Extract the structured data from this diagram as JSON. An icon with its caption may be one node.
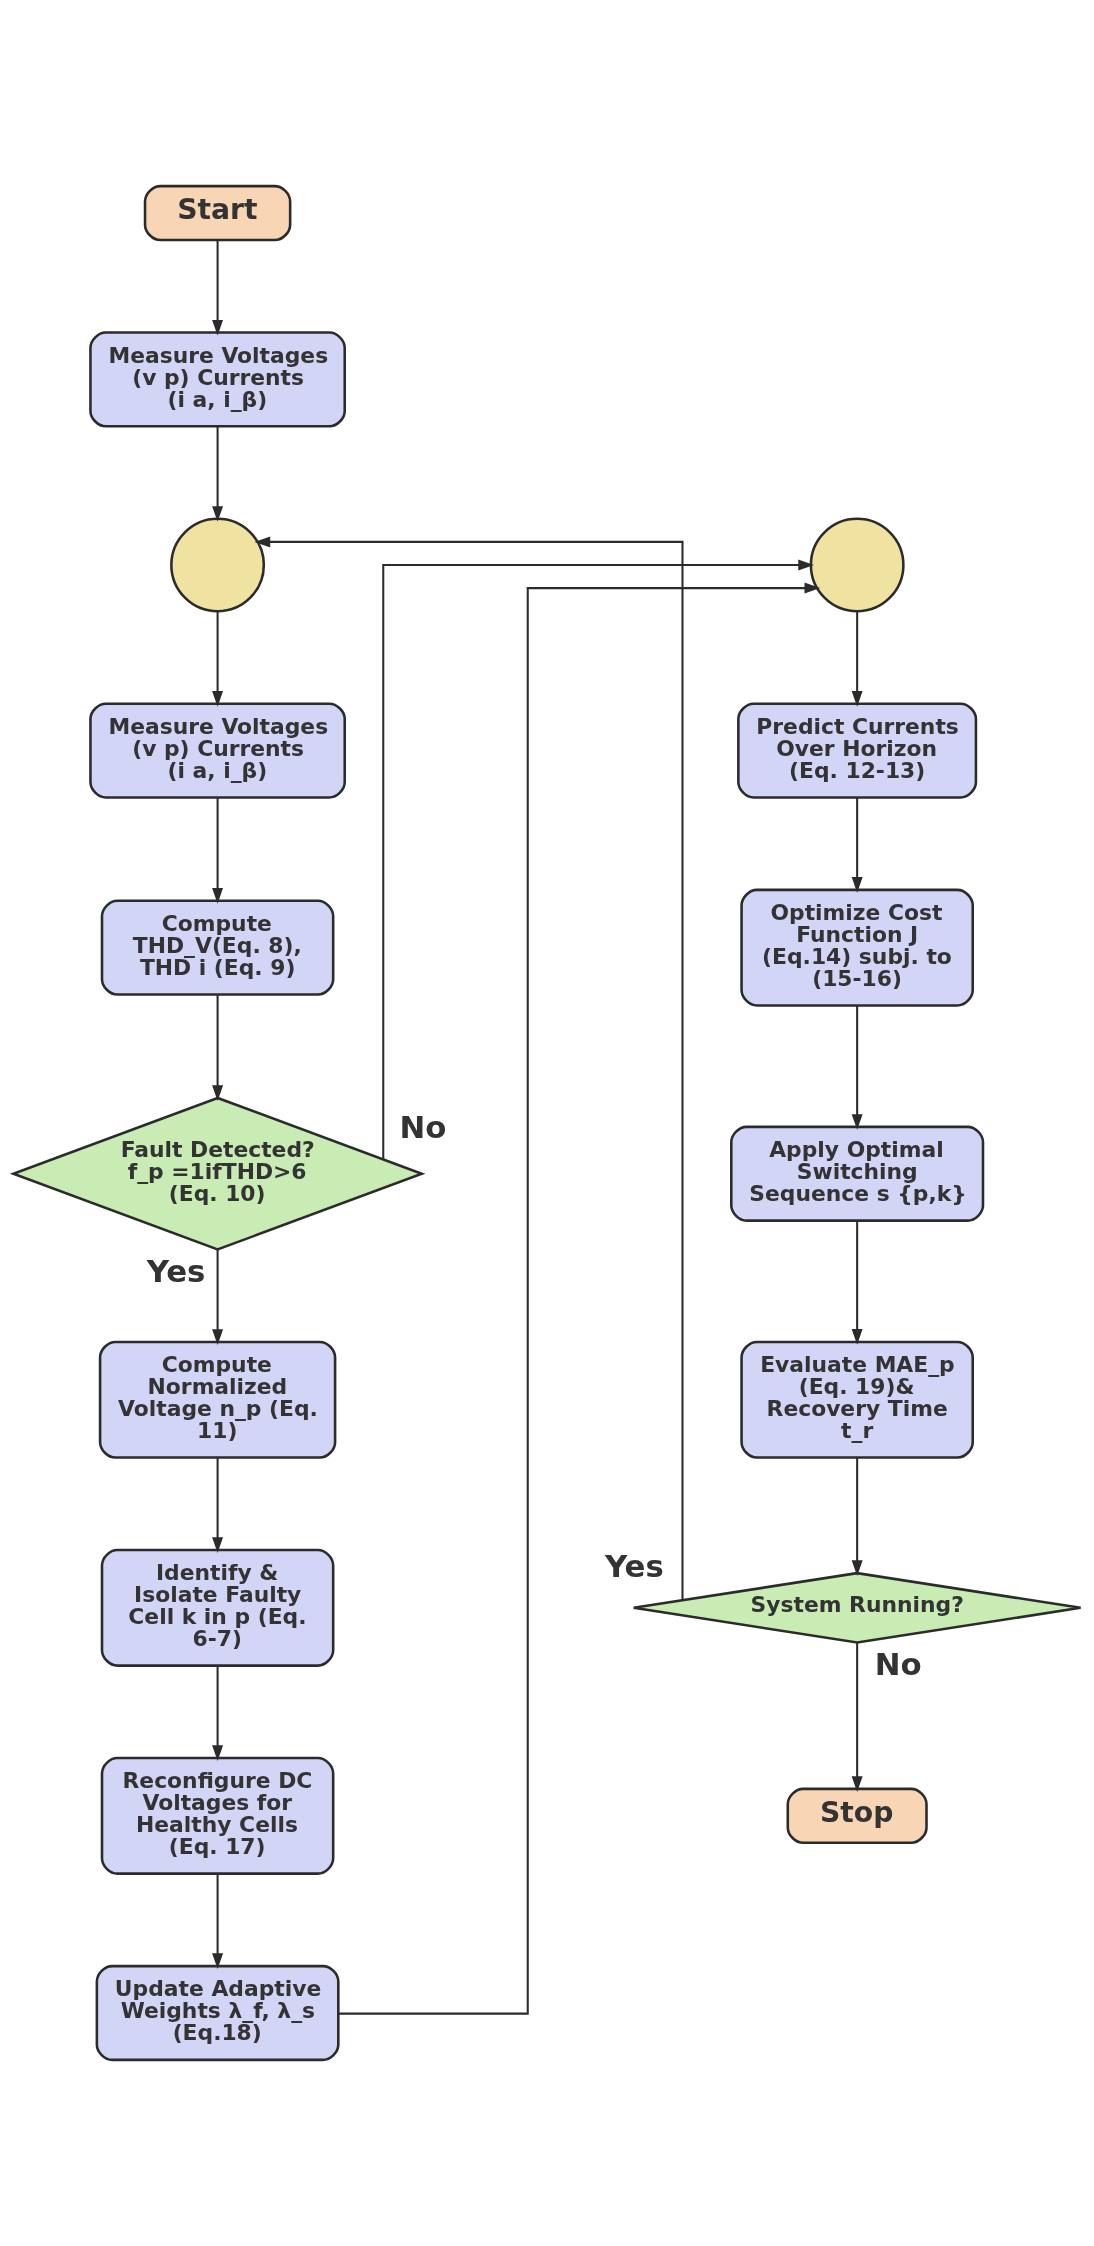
{
  "diagram": {
    "nodes": [
      {
        "text": [
          "Start"
        ]
      },
      {
        "text": [
          "Measure Voltages (v p) Currents (i a, i_β)"
        ]
      },
      {
        "text": [],
        "shape": "circle"
      },
      {
        "text": [
          "Measure Voltages (v p) Currents (i a, i_β)"
        ]
      },
      {
        "text": [
          "Compute THD_V(Eq. 8), THD i (Eq. 9)"
        ]
      },
      {
        "text": [
          "Fault Detected? f_p =1ifTHD>6 (Eq. 10)"
        ]
      },
      {
        "text": [
          "Compute Normalized Voltage n_p (Eq. 11)"
        ]
      },
      {
        "text": [
          "Identify & Isolate Faulty Cell k in p (Eq. 6-7)"
        ]
      },
      {
        "text": [
          "Reconfigure DC Voltages for Healthy Cells (Eq. 17)"
        ]
      },
      {
        "text": [
          "Update Adaptive Weights λ_f, λ_s (Eq.18)"
        ]
      },
      {
        "text": [],
        "shape": "circle"
      },
      {
        "text": [
          "Predict Currents Over Horizon (Eq. 12-13)"
        ]
      },
      {
        "text": [
          "Optimize Cost Function J (Eq.14) subj. to (15-16)"
        ]
      },
      {
        "text": [
          "Apply Optimal Switching Sequence s {p,k}"
        ]
      },
      {
        "text": [
          "Evaluate MAE_p (Eq. 19)& Recovery Time t_r"
        ]
      },
      {
        "text": [
          "System Running?"
        ]
      },
      {
        "text": [
          "Stop"
        ]
      }
    ],
    "edges": [
      {
        "from": 0,
        "to": 1,
        "arrow": "to"
      },
      {
        "from": 1,
        "to": 2,
        "arrow": "to"
      },
      {
        "from": 2,
        "to": 3,
        "arrow": "to"
      },
      {
        "from": 3,
        "to": 4,
        "arrow": "to"
      },
      {
        "from": 4,
        "to": 5,
        "arrow": "to"
      },
      {
        "from": 5,
        "to": 6,
        "arrow": "to",
        "label": "Yes"
      },
      {
        "from": 5,
        "to": 10,
        "arrow": "to",
        "label": "No"
      },
      {
        "from": 6,
        "to": 7,
        "arrow": "to"
      },
      {
        "from": 7,
        "to": 8,
        "arrow": "to"
      },
      {
        "from": 8,
        "to": 9,
        "arrow": "to"
      },
      {
        "from": 9,
        "to": 10,
        "arrow": "to"
      },
      {
        "from": 10,
        "to": 11,
        "arrow": "to"
      },
      {
        "from": 11,
        "to": 12,
        "arrow": "to"
      },
      {
        "from": 12,
        "to": 13,
        "arrow": "to"
      },
      {
        "from": 13,
        "to": 14,
        "arrow": "to"
      },
      {
        "from": 14,
        "to": 15,
        "arrow": "to"
      },
      {
        "from": 15,
        "to": 2,
        "arrow": "to",
        "label": "Yes"
      },
      {
        "from": 15,
        "to": 16,
        "arrow": "to",
        "label": "No"
      }
    ]
  }
}
